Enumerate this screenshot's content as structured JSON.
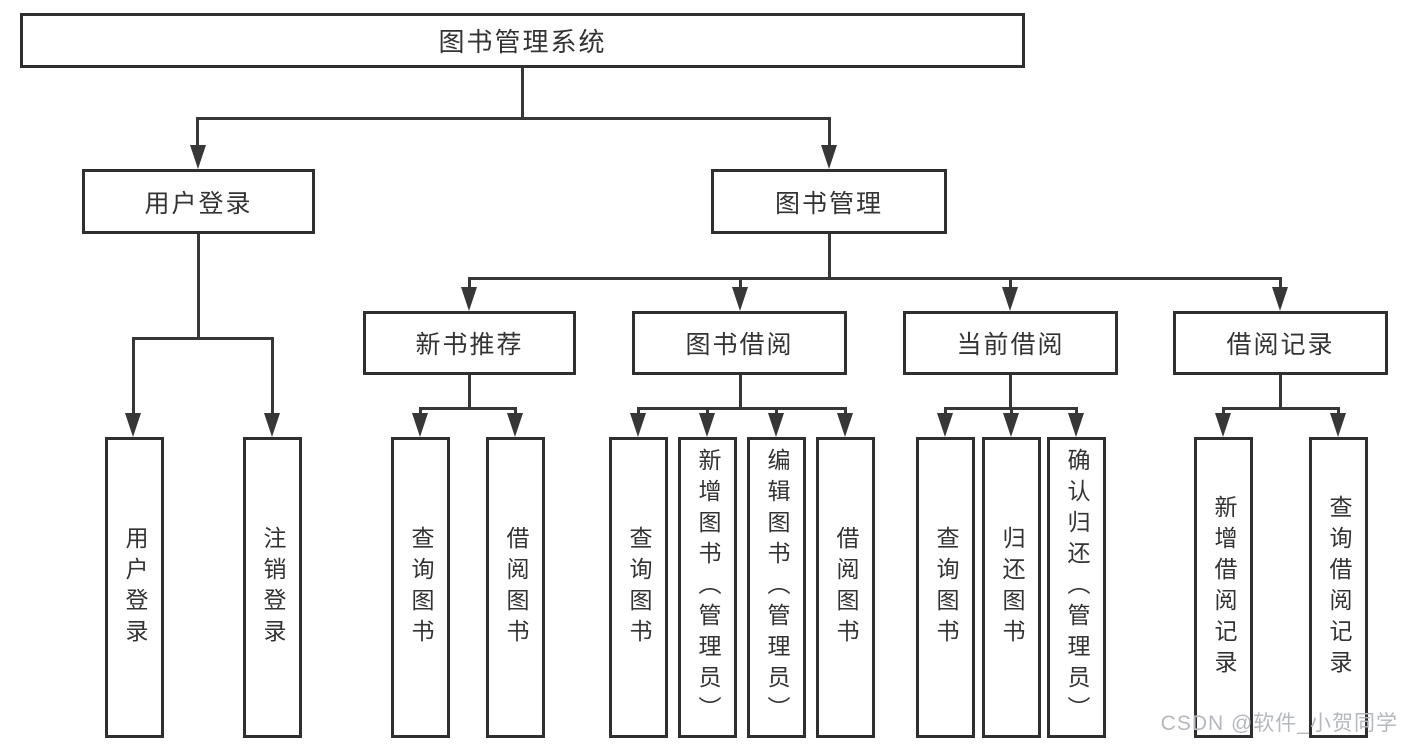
{
  "diagram_title": "图书管理系统",
  "nodes": {
    "root": {
      "label": "图书管理系统"
    },
    "user_login": {
      "label": "用户登录"
    },
    "book_management": {
      "label": "图书管理"
    },
    "new_book_recommend": {
      "label": "新书推荐"
    },
    "book_borrowing": {
      "label": "图书借阅"
    },
    "current_borrowing": {
      "label": "当前借阅"
    },
    "borrowing_records": {
      "label": "借阅记录"
    },
    "ul_user_login": {
      "label": "用户登录"
    },
    "ul_logout": {
      "label": "注销登录"
    },
    "nb_query_books": {
      "label": "查询图书"
    },
    "nb_borrow_books": {
      "label": "借阅图书"
    },
    "bb_query_books": {
      "label": "查询图书"
    },
    "bb_add_books": {
      "label": "新增图书（管理员）"
    },
    "bb_edit_books": {
      "label": "编辑图书（管理员）"
    },
    "bb_borrow_books": {
      "label": "借阅图书"
    },
    "cb_query_books": {
      "label": "查询图书"
    },
    "cb_return_books": {
      "label": "归还图书"
    },
    "cb_confirm_return": {
      "label": "确认归还（管理员）"
    },
    "br_add_record": {
      "label": "新增借阅记录"
    },
    "br_query_record": {
      "label": "查询借阅记录"
    }
  },
  "watermark": "CSDN @软件_小贺同学",
  "colors": {
    "line": "#373737",
    "border": "#2f2f2f",
    "text": "#333333",
    "watermark": "#b5b8bd",
    "background": "#ffffff"
  }
}
